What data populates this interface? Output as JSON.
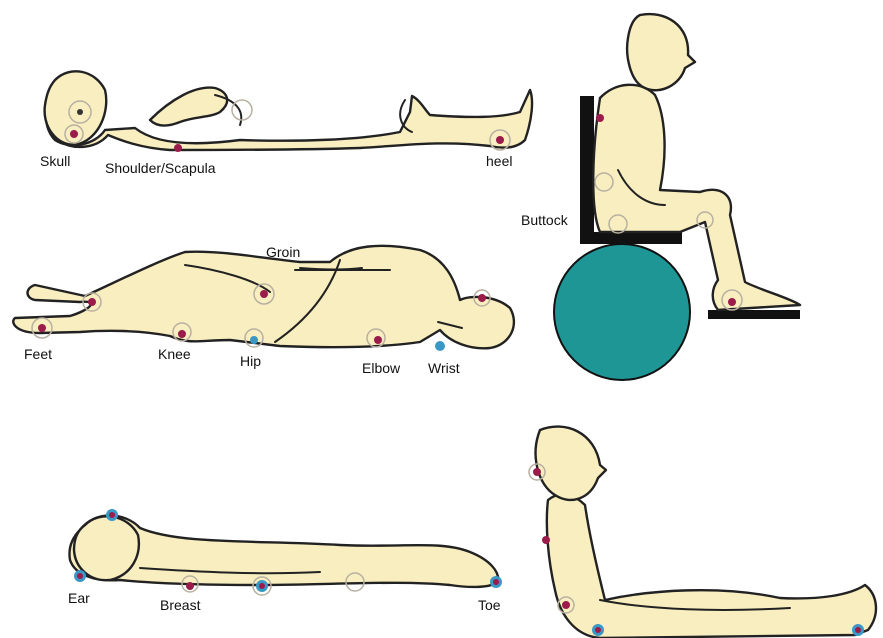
{
  "labels": {
    "skull": "Skull",
    "shoulder_scapula": "Shoulder/Scapula",
    "heel": "heel",
    "buttock": "Buttock",
    "groin": "Groin",
    "feet": "Feet",
    "knee": "Knee",
    "hip": "Hip",
    "elbow": "Elbow",
    "wrist": "Wrist",
    "ear": "Ear",
    "breast": "Breast",
    "toe": "Toe"
  },
  "colors": {
    "skin": "#f8eec0",
    "outline": "#222222",
    "pressure_point": "#9b1b4a",
    "pressure_point_halo": "#b8b0a0",
    "blue_marker": "#3a98c6",
    "ball": "#1e9696",
    "chair": "#111111"
  }
}
